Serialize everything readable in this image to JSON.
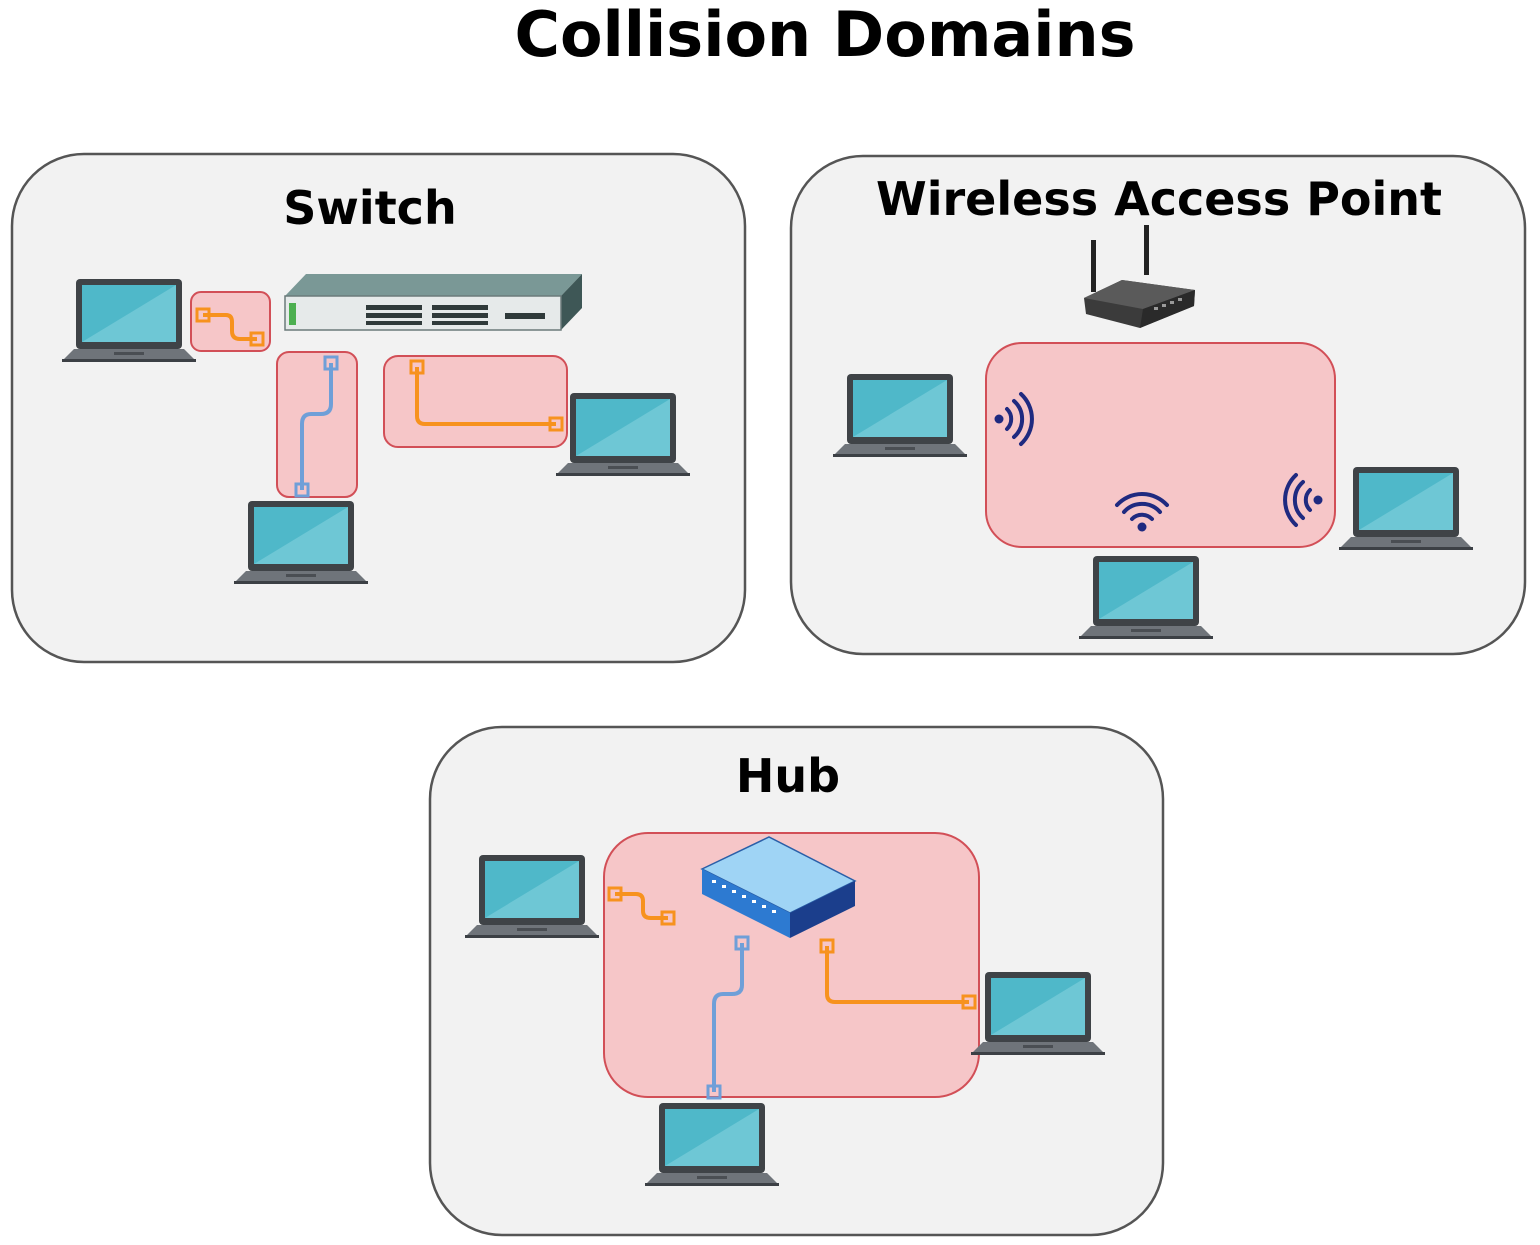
{
  "title": "Collision Domains",
  "panels": {
    "switch": {
      "label": "Switch"
    },
    "wireless": {
      "label": "Wireless Access Point"
    },
    "hub": {
      "label": "Hub"
    }
  },
  "colors": {
    "panel_fill": "#f2f2f2",
    "panel_stroke": "#555555",
    "domain_fill": "#f6c6c8",
    "domain_stroke": "#d24f57",
    "cable_orange": "#f7921e",
    "cable_blue": "#6f9fd8",
    "laptop_screen": "#4fb8c9",
    "wifi_icon": "#1f2a80"
  },
  "icons": [
    "laptop-icon",
    "switch-icon",
    "router-icon",
    "hub-icon",
    "wifi-icon",
    "ethernet-cable-icon"
  ]
}
